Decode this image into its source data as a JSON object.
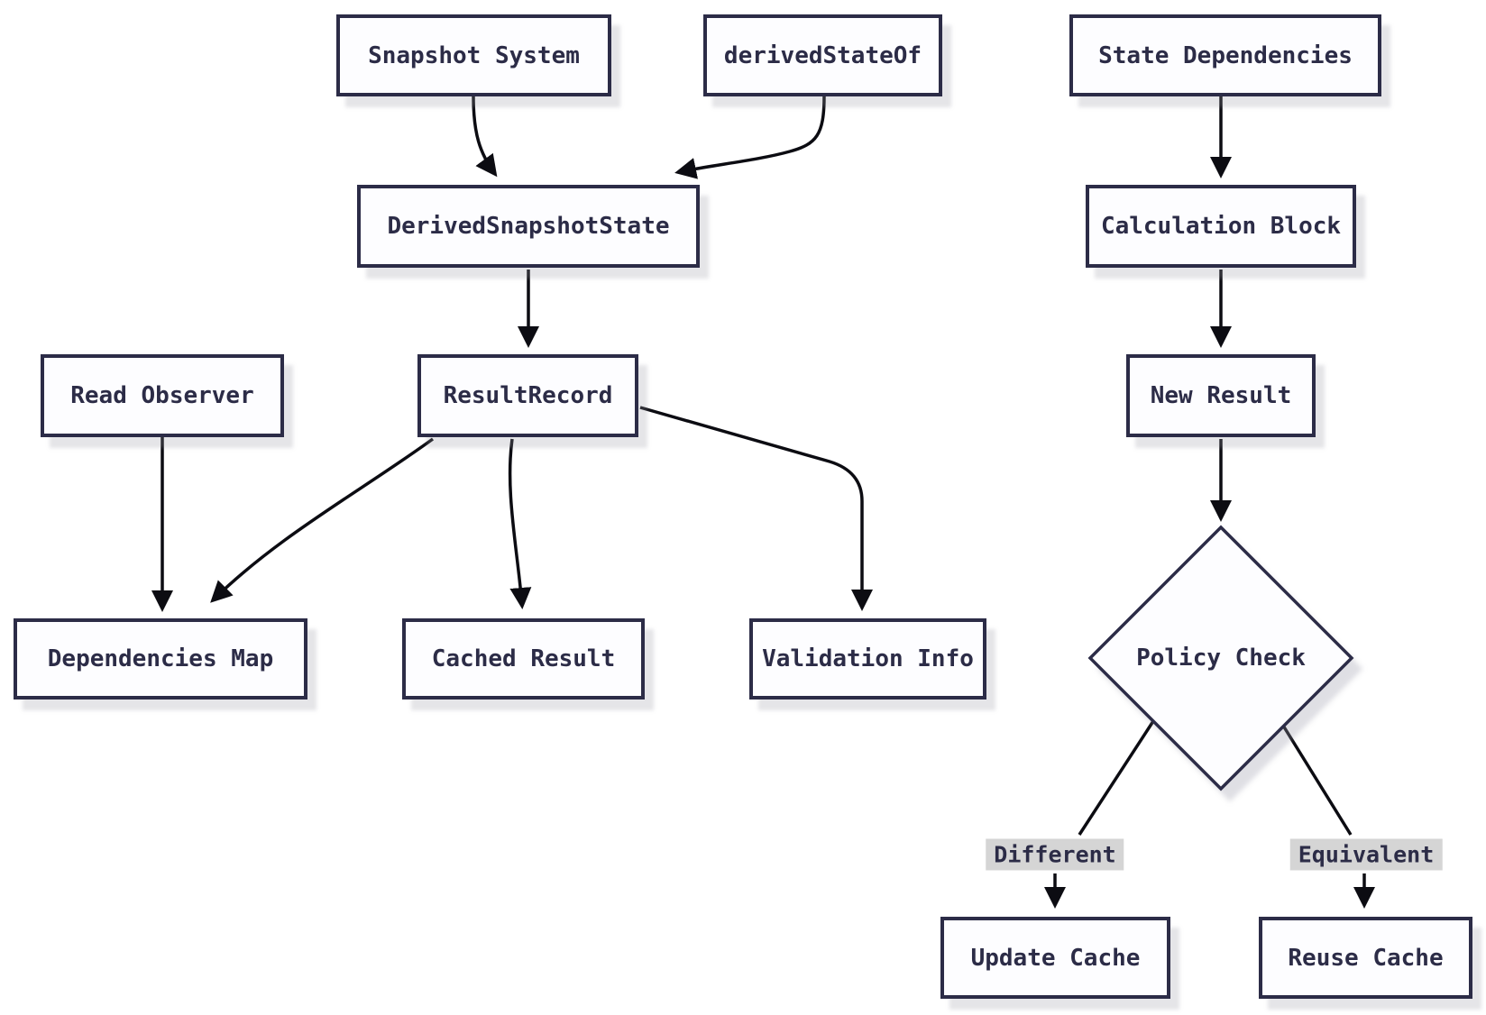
{
  "diagram_type": "flowchart",
  "colors": {
    "node_border": "#2c2c47",
    "node_fill": "#fdfdff",
    "node_text": "#2c2c47",
    "arrow": "#0c0c12",
    "edge_label_bg": "#d5d5d5",
    "background": "#ffffff"
  },
  "nodes": {
    "snapshot_system": {
      "label": "Snapshot System"
    },
    "derived_state_of": {
      "label": "derivedStateOf"
    },
    "state_dependencies": {
      "label": "State Dependencies"
    },
    "derived_snapshot_state": {
      "label": "DerivedSnapshotState"
    },
    "calculation_block": {
      "label": "Calculation Block"
    },
    "read_observer": {
      "label": "Read Observer"
    },
    "result_record": {
      "label": "ResultRecord"
    },
    "new_result": {
      "label": "New Result"
    },
    "dependencies_map": {
      "label": "Dependencies Map"
    },
    "cached_result": {
      "label": "Cached Result"
    },
    "validation_info": {
      "label": "Validation Info"
    },
    "policy_check": {
      "label": "Policy Check"
    },
    "update_cache": {
      "label": "Update Cache"
    },
    "reuse_cache": {
      "label": "Reuse Cache"
    }
  },
  "edge_labels": {
    "different": "Different",
    "equivalent": "Equivalent"
  },
  "edges": [
    {
      "from": "Snapshot System",
      "to": "DerivedSnapshotState"
    },
    {
      "from": "derivedStateOf",
      "to": "DerivedSnapshotState"
    },
    {
      "from": "DerivedSnapshotState",
      "to": "ResultRecord"
    },
    {
      "from": "Read Observer",
      "to": "Dependencies Map"
    },
    {
      "from": "ResultRecord",
      "to": "Dependencies Map"
    },
    {
      "from": "ResultRecord",
      "to": "Cached Result"
    },
    {
      "from": "ResultRecord",
      "to": "Validation Info"
    },
    {
      "from": "State Dependencies",
      "to": "Calculation Block"
    },
    {
      "from": "Calculation Block",
      "to": "New Result"
    },
    {
      "from": "New Result",
      "to": "Policy Check"
    },
    {
      "from": "Policy Check",
      "to": "Update Cache",
      "label": "Different"
    },
    {
      "from": "Policy Check",
      "to": "Reuse Cache",
      "label": "Equivalent"
    }
  ]
}
